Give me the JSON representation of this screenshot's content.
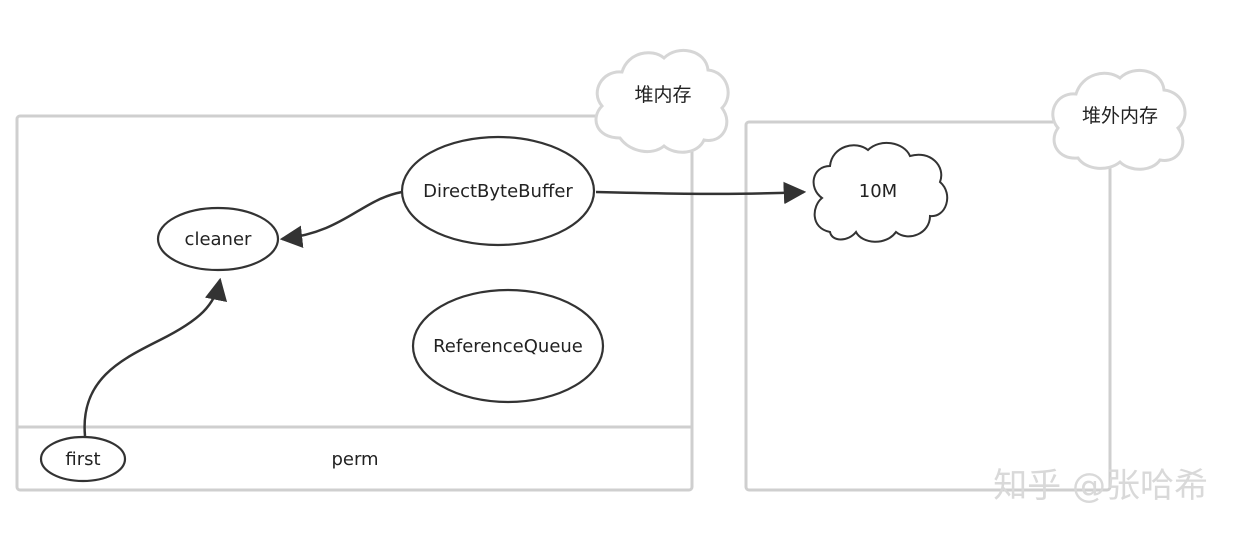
{
  "heap": {
    "title": "堆内存",
    "perm_label": "perm"
  },
  "offheap": {
    "title": "堆外内存",
    "cloud_label": "10M"
  },
  "nodes": {
    "cleaner": "cleaner",
    "direct_byte_buffer": "DirectByteBuffer",
    "reference_queue": "ReferenceQueue",
    "first": "first"
  },
  "watermark": "知乎 @张哈希",
  "colors": {
    "box_stroke": "#cfcfcf",
    "node_stroke": "#333333",
    "arrow": "#333333"
  }
}
